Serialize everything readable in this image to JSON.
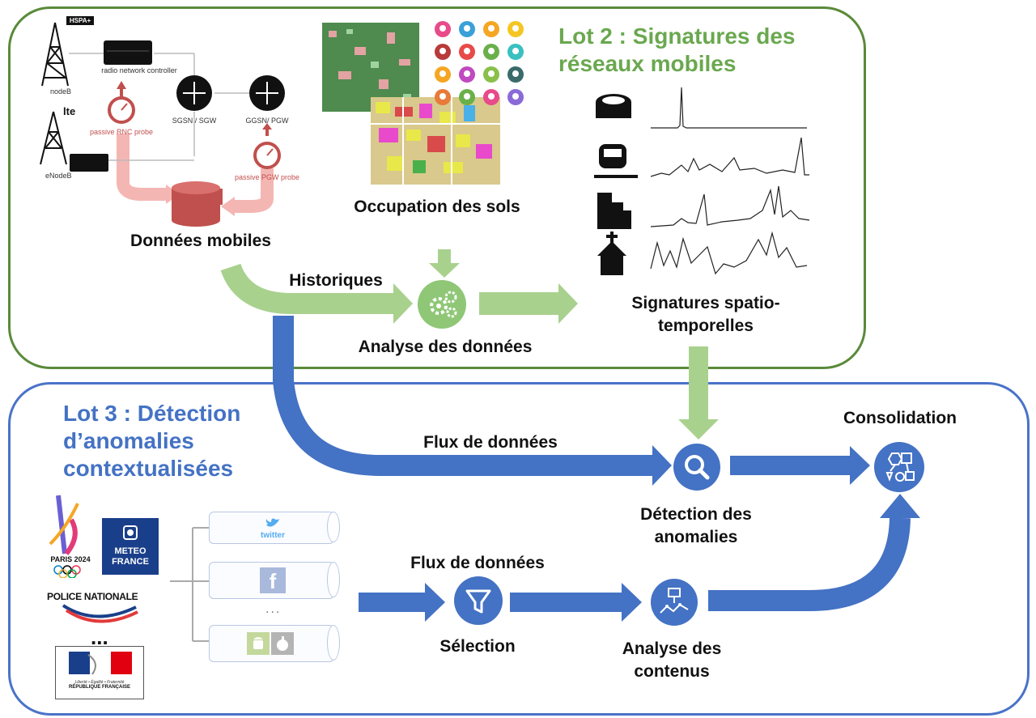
{
  "lot2": {
    "title_line1": "Lot 2 : Signatures des",
    "title_line2": "réseaux mobiles"
  },
  "lot3": {
    "title_line1": "Lot 3 : Détection",
    "title_line2": "d’anomalies",
    "title_line3": "contextualisées"
  },
  "network": {
    "nodeb": "nodeB",
    "rnc": "radio network controller",
    "enodeb": "eNodeB",
    "sgsn": "SGSN / SGW",
    "ggsn": "GGSN/ PGW",
    "rnc_probe": "passive RNC probe",
    "pgw_probe": "passive PGW probe",
    "hspa_logo": "HSPA+",
    "lte_logo": "lte"
  },
  "labels": {
    "donnees_mobiles": "Données mobiles",
    "occupation_sols": "Occupation des sols",
    "historiques": "Historiques",
    "analyse_donnees": "Analyse des données",
    "signatures_line1": "Signatures spatio-",
    "signatures_line2": "temporelles",
    "flux1": "Flux de données",
    "flux2": "Flux de données",
    "consolidation": "Consolidation",
    "detection_line1": "Détection des",
    "detection_line2": "anomalies",
    "selection": "Sélection",
    "analyse_contenus_line1": "Analyse des",
    "analyse_contenus_line2": "contenus",
    "ellipsis_sources": "...",
    "ellipsis_pipes": "..."
  },
  "sources": {
    "paris2024": "PARIS 2024",
    "meteo_line1": "METEO",
    "meteo_line2": "FRANCE",
    "police": "POLICE NATIONALE",
    "republique": "RÉPUBLIQUE FRANÇAISE",
    "marianne_motto": "Liberté • Égalité • Fraternité"
  },
  "social": {
    "twitter": "twitter",
    "facebook": "f"
  },
  "colors": {
    "green_frame": "#5a8a3a",
    "green_title": "#6aa84f",
    "green_arrow": "#a9d18e",
    "blue_frame": "#4a73c8",
    "blue_main": "#4472c4",
    "red_probe": "#c0504d",
    "pink_arrow": "#f4b6b3"
  },
  "icons": [
    "stadium-icon",
    "train-icon",
    "buildings-icon",
    "church-icon",
    "gears-icon",
    "magnifier-icon",
    "funnel-icon",
    "content-analysis-icon",
    "consolidation-shapes-icon"
  ]
}
